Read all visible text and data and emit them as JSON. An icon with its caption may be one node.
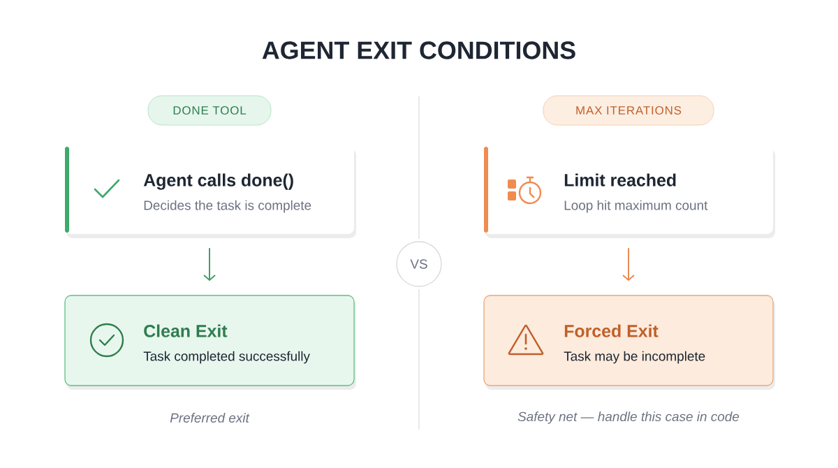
{
  "diagram": {
    "title": "AGENT EXIT CONDITIONS",
    "nodes": [
      {
        "text": [
          "DONE TOOL"
        ]
      },
      {
        "text": [
          "Agent calls done()",
          "Decides the task is complete"
        ]
      },
      {
        "text": [
          "Clean Exit",
          "Task completed successfully"
        ]
      },
      {
        "text": [
          "MAX ITERATIONS"
        ]
      },
      {
        "text": [
          "Limit reached",
          "Loop hit maximum count"
        ]
      },
      {
        "text": [
          "Forced Exit",
          "Task may be incomplete"
        ]
      },
      {
        "text": [
          "VS"
        ]
      }
    ],
    "edges": [
      {
        "from": 1,
        "to": 2,
        "arrow": "to",
        "color": "#3f9f66"
      },
      {
        "from": 4,
        "to": 5,
        "arrow": "to",
        "color": "#e88b52"
      }
    ],
    "labels": [
      "Preferred exit",
      "Safety net — handle this case in code"
    ]
  }
}
